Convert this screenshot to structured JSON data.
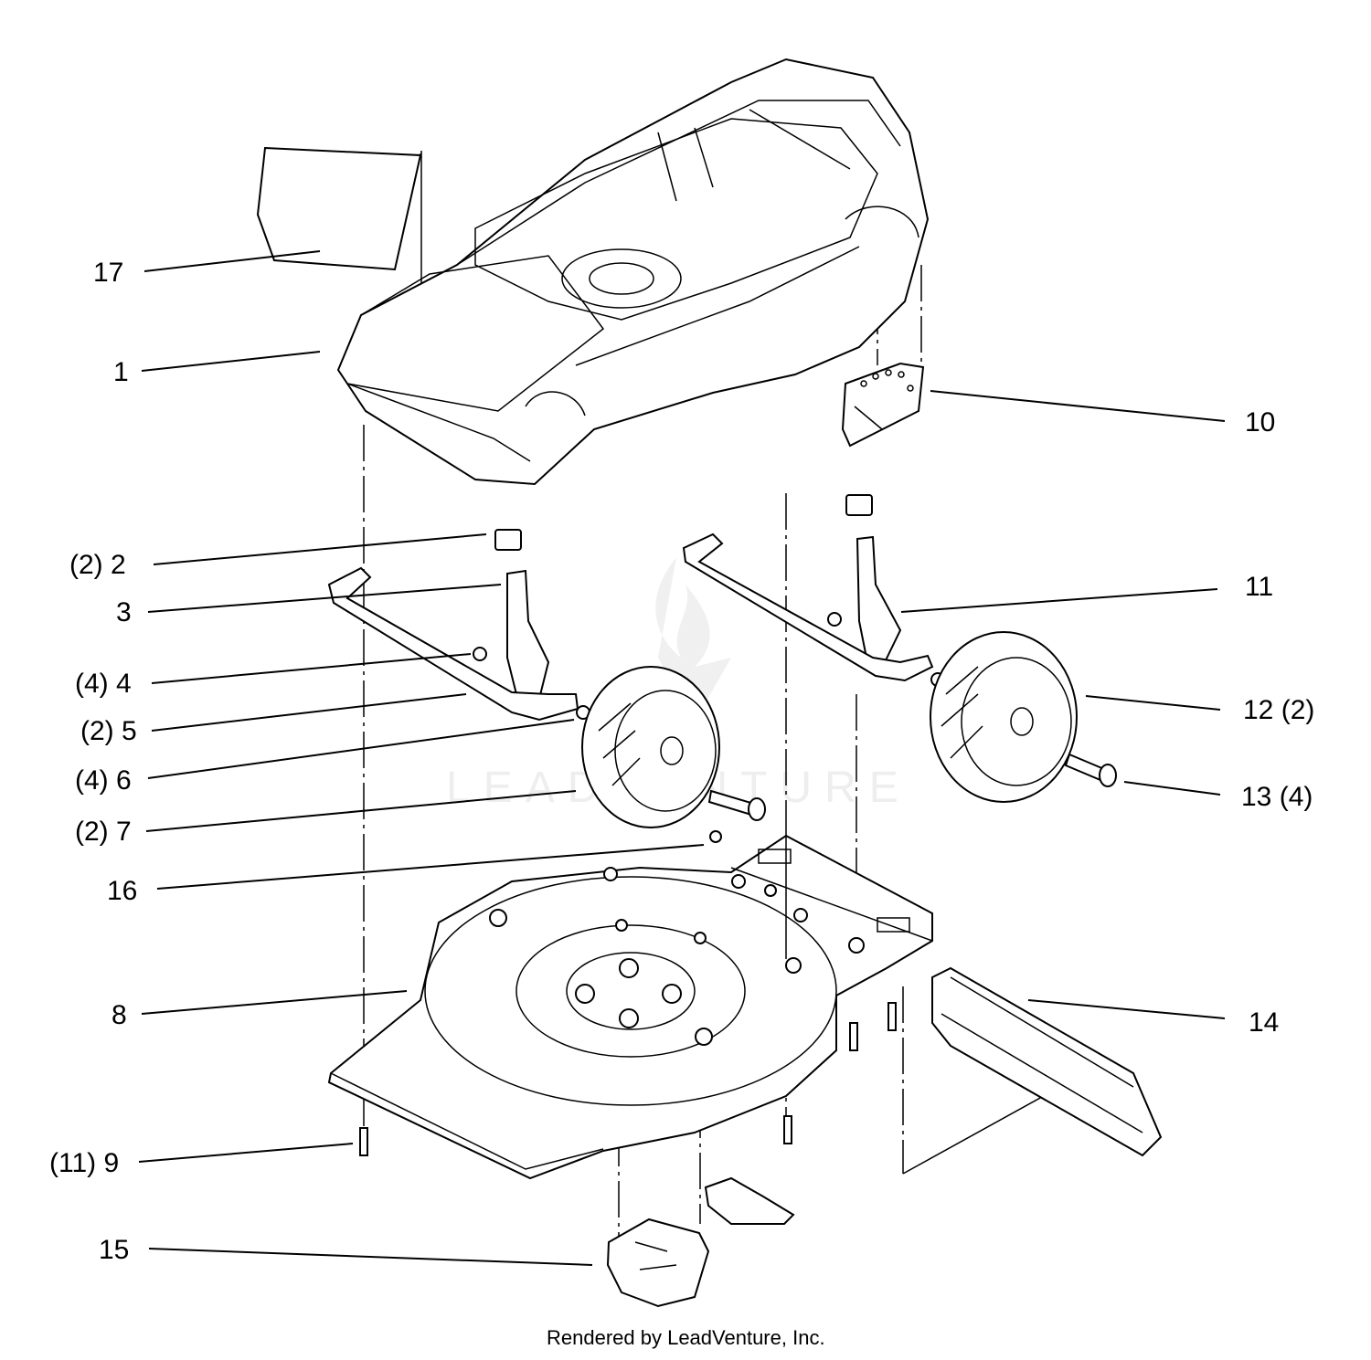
{
  "callouts": [
    {
      "id": "17",
      "text": "17"
    },
    {
      "id": "1",
      "text": "1"
    },
    {
      "id": "10",
      "text": "10"
    },
    {
      "id": "2",
      "text": "(2) 2"
    },
    {
      "id": "3",
      "text": "3"
    },
    {
      "id": "11",
      "text": "11"
    },
    {
      "id": "4",
      "text": "(4) 4"
    },
    {
      "id": "5",
      "text": "(2) 5"
    },
    {
      "id": "12",
      "text": "12 (2)"
    },
    {
      "id": "6",
      "text": "(4) 6"
    },
    {
      "id": "13",
      "text": "13 (4)"
    },
    {
      "id": "7",
      "text": "(2) 7"
    },
    {
      "id": "16",
      "text": "16"
    },
    {
      "id": "8",
      "text": "8"
    },
    {
      "id": "14",
      "text": "14"
    },
    {
      "id": "9",
      "text": "(11) 9"
    },
    {
      "id": "15",
      "text": "15"
    }
  ],
  "footer": "Rendered by LeadVenture, Inc.",
  "watermark": "LEADVENTURE"
}
